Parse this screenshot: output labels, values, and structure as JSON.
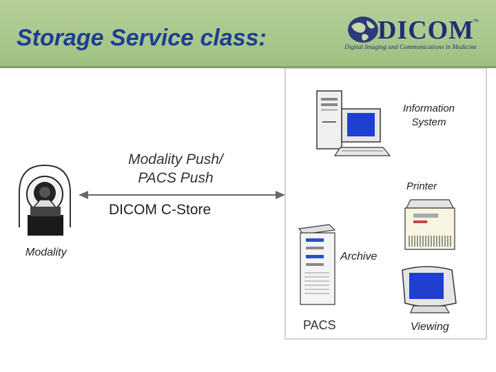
{
  "header": {
    "title": "Storage Service class:",
    "logo_text": "DICOM",
    "logo_tm": "™",
    "logo_subtitle": "Digital Imaging and Communications in Medicine"
  },
  "diagram": {
    "push_label_line1": "Modality Push/",
    "push_label_line2": "PACS Push",
    "cstore_label": "DICOM C-Store",
    "modality_label": "Modality",
    "info_label_line1": "Information",
    "info_label_line2": "System",
    "printer_label": "Printer",
    "archive_label": "Archive",
    "pacs_label": "PACS",
    "viewing_label": "Viewing"
  },
  "icons": [
    "scanner-icon",
    "computer-icon",
    "printer-icon",
    "server-icon",
    "monitor-icon",
    "globe-icon"
  ],
  "colors": {
    "header_bg": "#aac88d",
    "title": "#1c3f93",
    "logo": "#1e3070",
    "arrow": "#666666"
  }
}
